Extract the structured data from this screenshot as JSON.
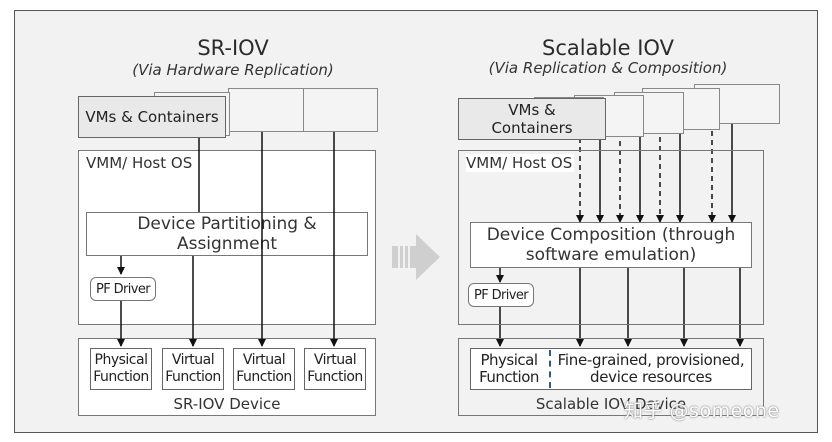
{
  "left": {
    "title": "SR-IOV",
    "subtitle": "(Via Hardware Replication)",
    "vms_label": "VMs & Containers",
    "vmm_label": "VMM/ Host OS",
    "partition_label": "Device Partitioning & Assignment",
    "pf_driver": "PF Driver",
    "functions": [
      {
        "line1": "Physical",
        "line2": "Function"
      },
      {
        "line1": "Virtual",
        "line2": "Function"
      },
      {
        "line1": "Virtual",
        "line2": "Function"
      },
      {
        "line1": "Virtual",
        "line2": "Function"
      }
    ],
    "device_label": "SR-IOV Device"
  },
  "right": {
    "title": "Scalable IOV",
    "subtitle": "(Via Replication & Composition)",
    "vms_label": "VMs & Containers",
    "vmm_label": "VMM/ Host OS",
    "composition_label": "Device Composition (through software emulation)",
    "pf_driver": "PF Driver",
    "physical_function": {
      "line1": "Physical",
      "line2": "Function"
    },
    "resources_label": "Fine-grained, provisioned, device resources",
    "device_label": "Scalable IOV Device"
  },
  "watermark": "知乎 @someone",
  "colors": {
    "background": "#f2f2f2",
    "arrow": "#cfcfcf",
    "vm_fill": "#e9e9e9",
    "divider": "#2a5d8a"
  }
}
